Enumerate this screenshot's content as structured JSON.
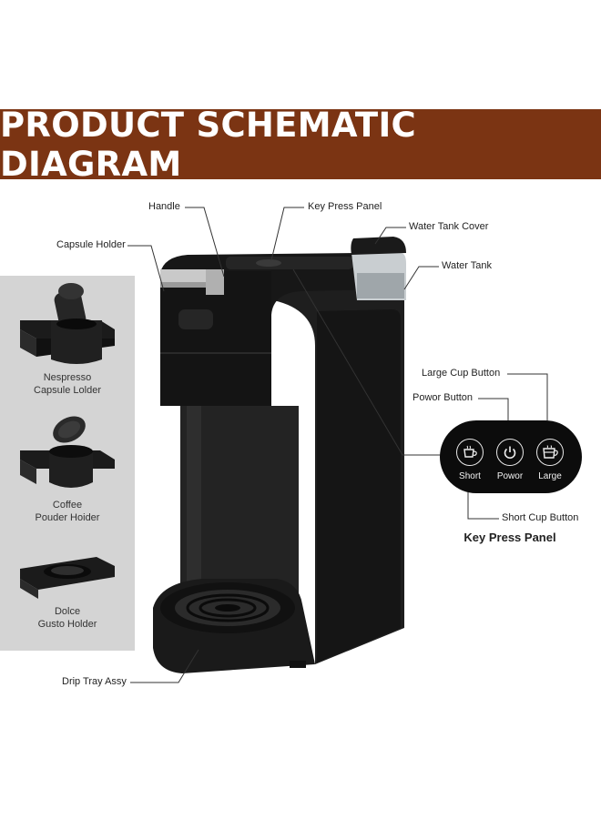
{
  "banner": {
    "title": "PRODUCT SCHEMATIC DIAGRAM"
  },
  "holders": [
    {
      "line1": "Nespresso",
      "line2": "Capsule Lolder"
    },
    {
      "line1": "Coffee",
      "line2": "Pouder Hoider"
    },
    {
      "line1": "Dolce",
      "line2": "Gusto Holder"
    }
  ],
  "labels": {
    "handle": "Handle",
    "key_press_panel": "Key Press Panel",
    "water_tank_cover": "Water Tank Cover",
    "capsule_holder": "Capsule Holder",
    "water_tank": "Water Tank",
    "large_cup_button": "Large Cup Button",
    "power_button": "Powor Button",
    "short_cup_button": "Short Cup Button",
    "drip_tray": "Drip Tray Assy"
  },
  "key_panel": {
    "title": "Key Press Panel",
    "buttons": [
      "Short",
      "Powor",
      "Large"
    ]
  }
}
